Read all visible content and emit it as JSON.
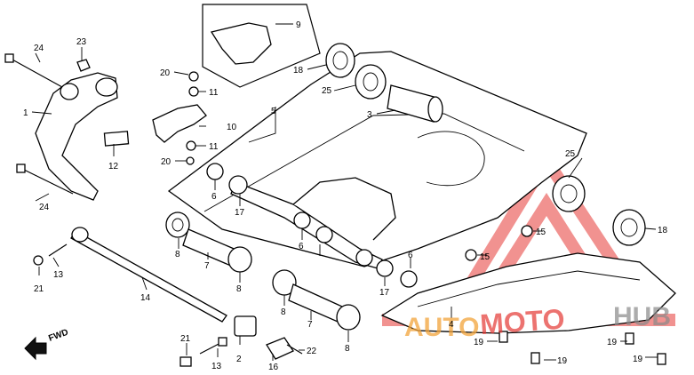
{
  "diagram": {
    "part_numbers": [
      "1",
      "2",
      "3",
      "4",
      "5",
      "6",
      "7",
      "8",
      "9",
      "10",
      "11",
      "12",
      "13",
      "14",
      "15",
      "16",
      "17",
      "18",
      "19",
      "20",
      "21",
      "22",
      "23",
      "24",
      "25"
    ],
    "direction_label": "FWD",
    "watermark": {
      "text_a": "AUTO",
      "text_b": "MOTO",
      "text_c": "HUB",
      "color_red": "#e53935",
      "color_orange": "#f2a33a",
      "color_gray": "#8a8a8a"
    }
  }
}
